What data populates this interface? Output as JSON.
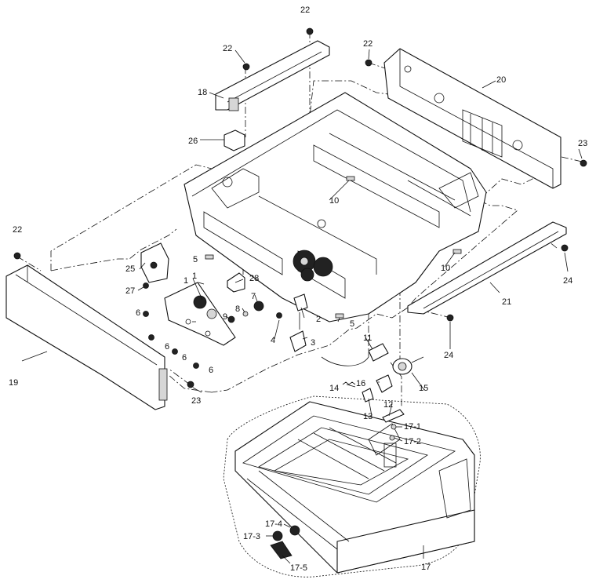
{
  "callouts": {
    "c1": "1",
    "c2": "2",
    "c3": "3",
    "c4": "4",
    "c5a": "5",
    "c5b": "5",
    "c6a": "6",
    "c6b": "6",
    "c6c": "6",
    "c6d": "6",
    "c7": "7",
    "c8": "8",
    "c9": "9",
    "c10a": "10",
    "c10b": "10",
    "c11": "11",
    "c12": "12",
    "c13": "13",
    "c14": "14",
    "c15": "15",
    "c16": "16",
    "c17": "17",
    "c17_1": "17-1",
    "c17_2": "17-2",
    "c17_3": "17-3",
    "c17_4": "17-4",
    "c17_5": "17-5",
    "c18": "18",
    "c19": "19",
    "c20": "20",
    "c21": "21",
    "c22a": "22",
    "c22b": "22",
    "c22c": "22",
    "c22d": "22",
    "c23a": "23",
    "c23b": "23",
    "c24a": "24",
    "c24b": "24",
    "c25": "25",
    "c26": "26",
    "c27": "27",
    "c28": "28"
  }
}
